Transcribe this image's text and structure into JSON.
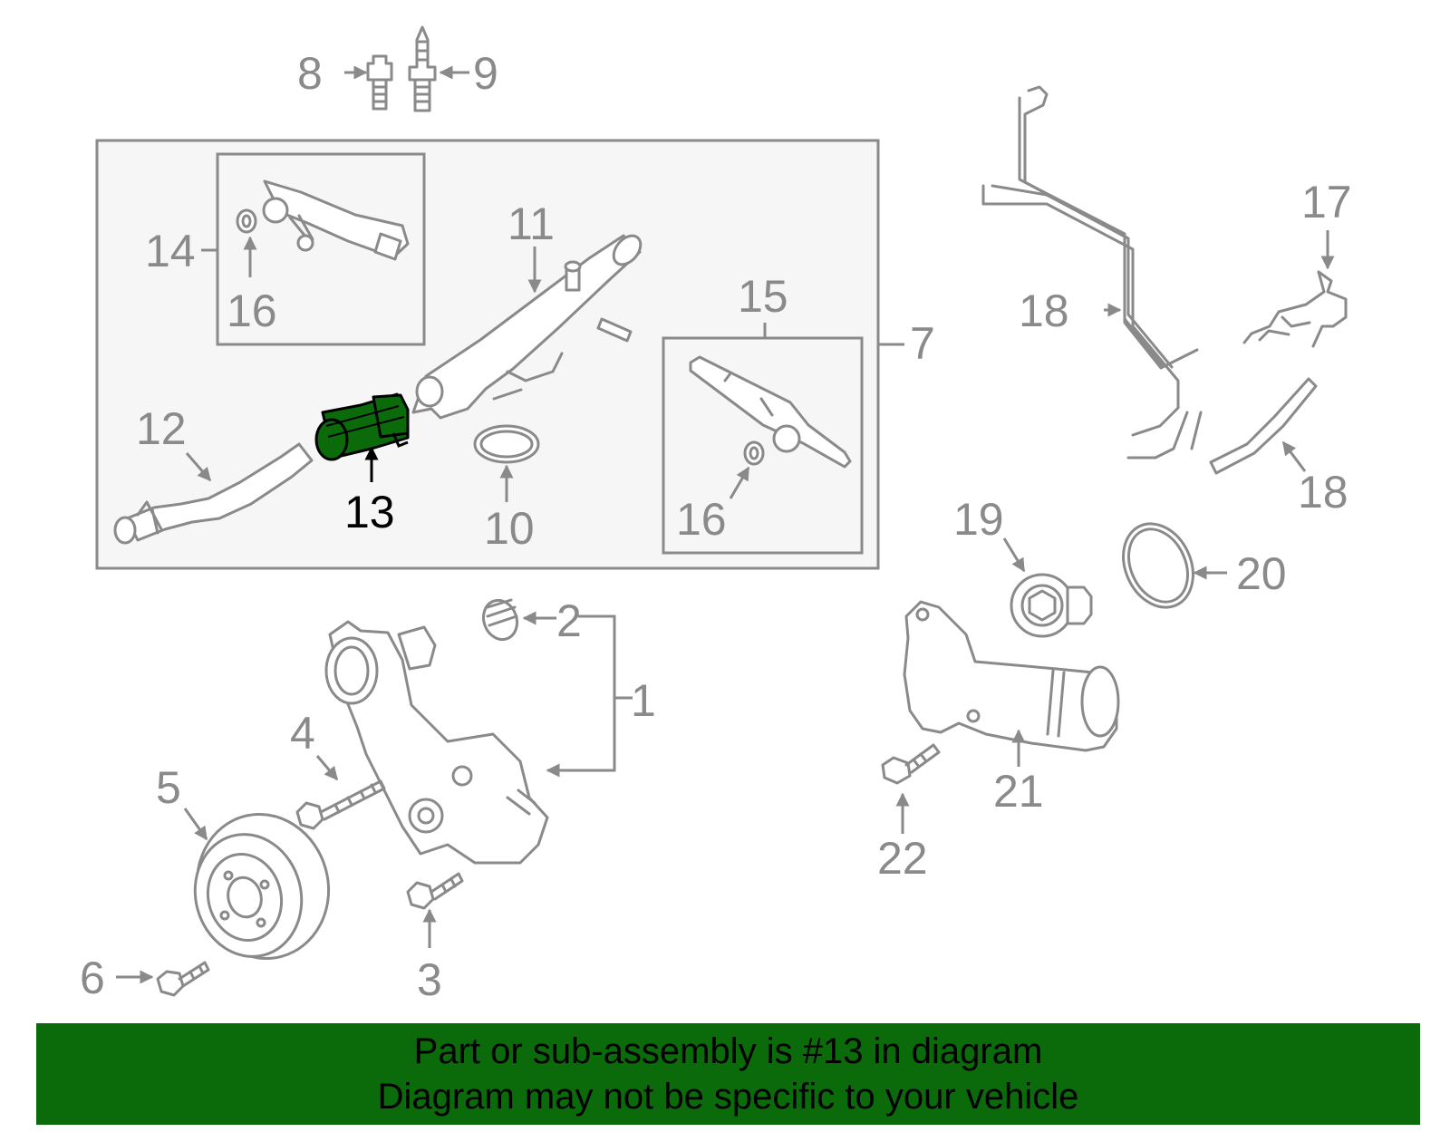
{
  "diagram": {
    "callouts": [
      {
        "id": "1",
        "label": "1"
      },
      {
        "id": "2",
        "label": "2"
      },
      {
        "id": "3",
        "label": "3"
      },
      {
        "id": "4",
        "label": "4"
      },
      {
        "id": "5",
        "label": "5"
      },
      {
        "id": "6",
        "label": "6"
      },
      {
        "id": "7",
        "label": "7"
      },
      {
        "id": "8",
        "label": "8"
      },
      {
        "id": "9",
        "label": "9"
      },
      {
        "id": "10",
        "label": "10"
      },
      {
        "id": "11",
        "label": "11"
      },
      {
        "id": "12",
        "label": "12"
      },
      {
        "id": "13",
        "label": "13"
      },
      {
        "id": "14",
        "label": "14"
      },
      {
        "id": "15",
        "label": "15"
      },
      {
        "id": "16a",
        "label": "16"
      },
      {
        "id": "16b",
        "label": "16"
      },
      {
        "id": "17",
        "label": "17"
      },
      {
        "id": "18",
        "label": "18"
      },
      {
        "id": "19",
        "label": "19"
      },
      {
        "id": "20",
        "label": "20"
      },
      {
        "id": "21",
        "label": "21"
      },
      {
        "id": "22",
        "label": "22"
      },
      {
        "id": "23",
        "label": "23"
      }
    ],
    "highlighted_part": "13",
    "highlight_color": "#0b6b0b",
    "line_color": "#8a8a8a"
  },
  "banner": {
    "line1": "Part or sub-assembly is #13 in diagram",
    "line2": "Diagram may not be specific to your vehicle",
    "background": "#0b6b0b"
  }
}
